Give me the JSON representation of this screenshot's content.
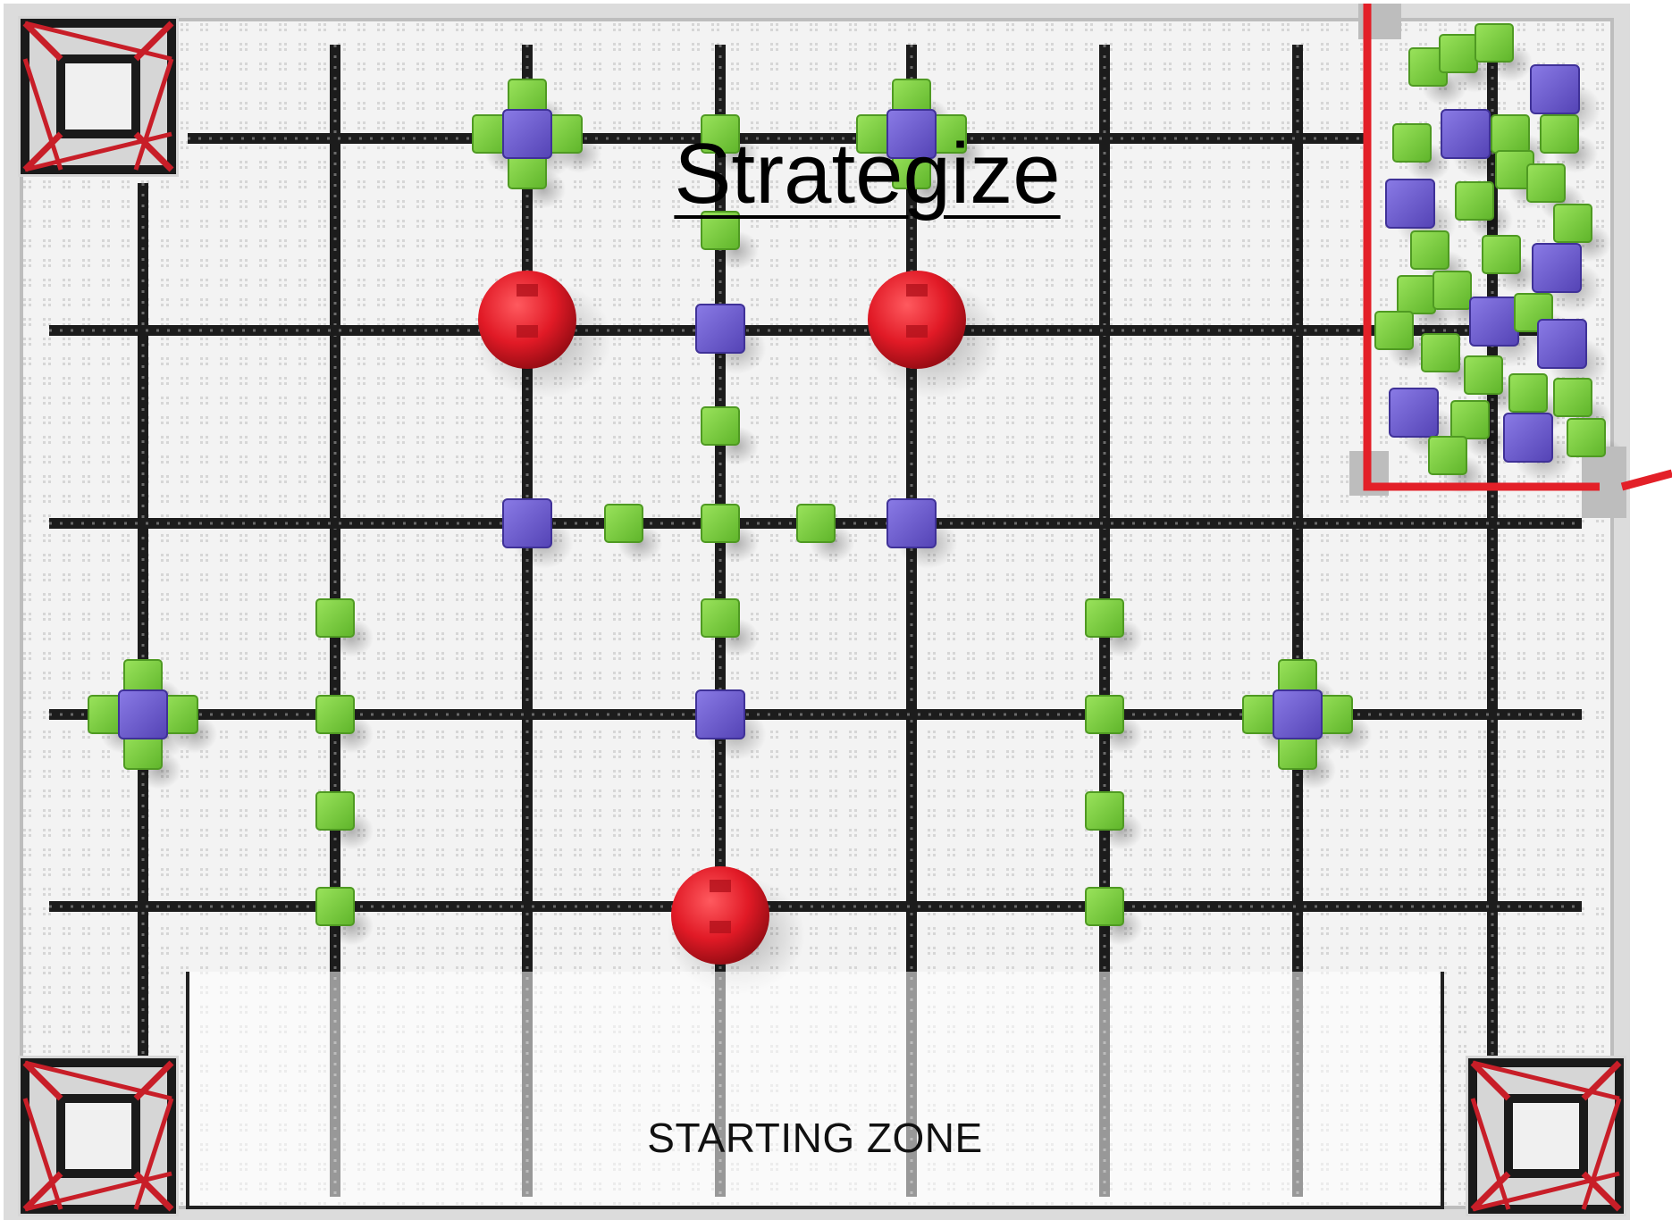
{
  "title": "Strategize",
  "starting_zone": {
    "label": "STARTING ZONE"
  },
  "field": {
    "grid_columns": 8,
    "grid_rows": 6,
    "colors": {
      "tile": "#ececec",
      "grid_line": "#1c1c1c",
      "green_cube": "#7bd13f",
      "purple_cube": "#6f5fcf",
      "red_ball": "#e8202c",
      "goal_frame": "#c81e28",
      "barrier": "#e32028"
    }
  }
}
